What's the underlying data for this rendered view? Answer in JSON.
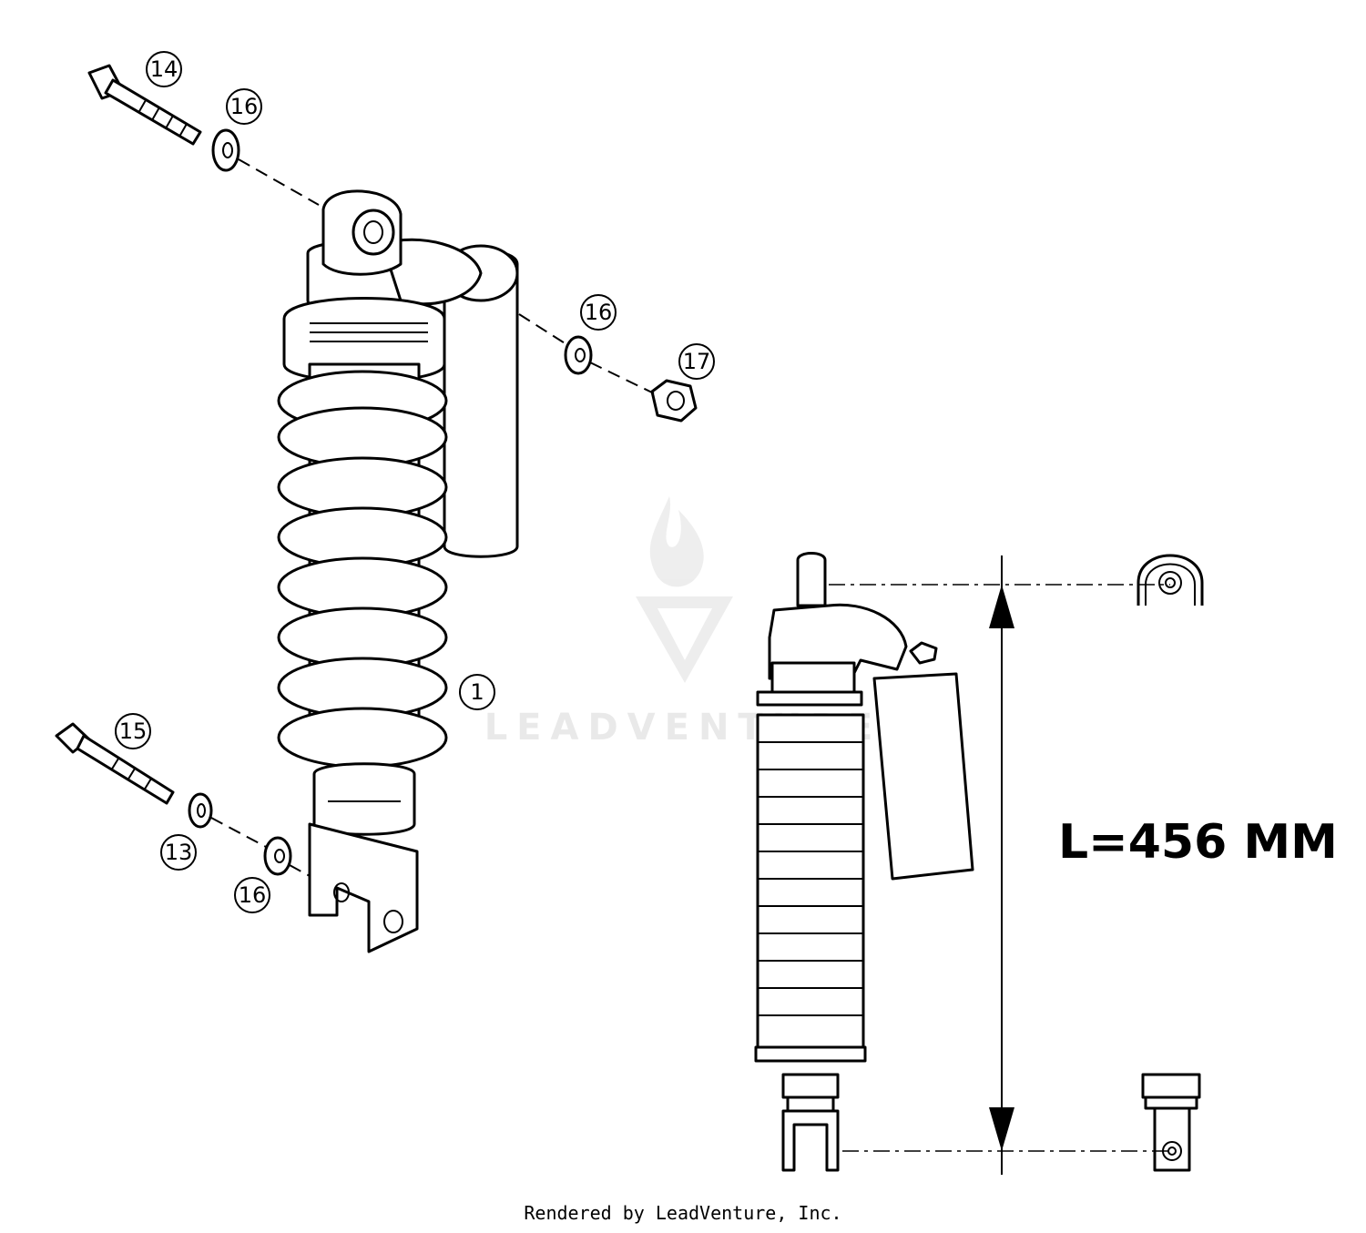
{
  "callouts": {
    "c1": "1",
    "c13": "13",
    "c14": "14",
    "c15": "15",
    "c16a": "16",
    "c16b": "16",
    "c16c": "16",
    "c17": "17"
  },
  "dimension": {
    "label": "L=456 MM"
  },
  "watermark": {
    "text": "LEADVENTURE"
  },
  "footer": {
    "credit": "Rendered by LeadVenture, Inc."
  }
}
